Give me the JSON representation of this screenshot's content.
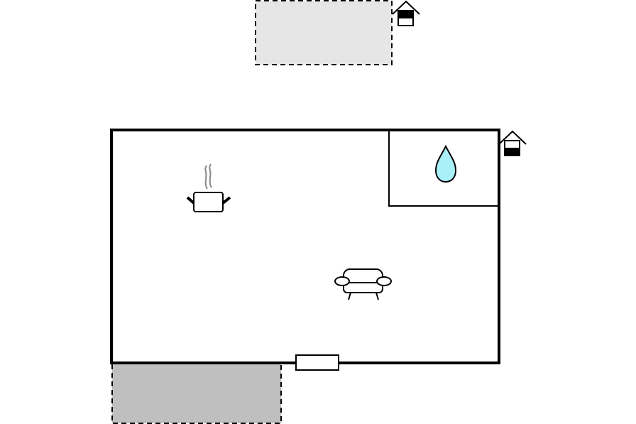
{
  "floorplan": {
    "title": "",
    "colors": {
      "background": "#ffffff",
      "wall": "#000000",
      "outdoor_light": "#e6e6e6",
      "outdoor_dark": "#bfbfbf",
      "water": "#aaf0f8",
      "steam": "#888888"
    },
    "areas": [
      {
        "id": "outdoor-area-top",
        "kind": "outdoor",
        "fill": "light",
        "border": "dashed"
      },
      {
        "id": "outdoor-area-bottom",
        "kind": "outdoor",
        "fill": "dark",
        "border": "dashed"
      },
      {
        "id": "main-room",
        "kind": "room"
      },
      {
        "id": "bathroom",
        "kind": "room"
      }
    ],
    "icons": [
      "house-level-icon",
      "house-level-icon",
      "water-drop-icon",
      "cooking-pot-icon",
      "sofa-icon"
    ],
    "openings": [
      {
        "id": "door",
        "wall": "bottom"
      }
    ]
  }
}
